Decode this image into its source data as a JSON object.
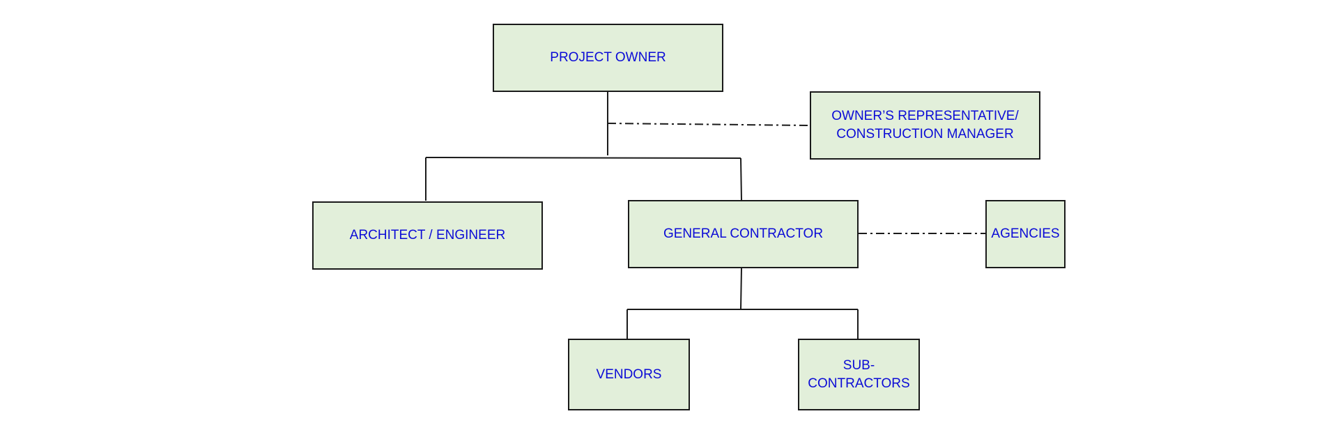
{
  "diagram": {
    "nodes": {
      "owner": "PROJECT OWNER",
      "representative": "OWNER’S REPRESENTATIVE/\nCONSTRUCTION MANAGER",
      "architect": "ARCHITECT / ENGINEER",
      "general_contractor": "GENERAL CONTRACTOR",
      "agencies": "AGENCIES",
      "vendors": "VENDORS",
      "subcontractors": "SUB-\nCONTRACTORS"
    },
    "colors": {
      "box_fill": "#e2efda",
      "box_border": "#1a1a1a",
      "text": "#0b0bd6",
      "line": "#1a1a1a"
    },
    "connectors": [
      {
        "from": "owner",
        "to": "architect",
        "style": "solid"
      },
      {
        "from": "owner",
        "to": "general_contractor",
        "style": "solid"
      },
      {
        "from": "owner",
        "to": "representative",
        "style": "dash-dot"
      },
      {
        "from": "general_contractor",
        "to": "agencies",
        "style": "dash-dot"
      },
      {
        "from": "general_contractor",
        "to": "vendors",
        "style": "solid"
      },
      {
        "from": "general_contractor",
        "to": "subcontractors",
        "style": "solid"
      }
    ]
  }
}
